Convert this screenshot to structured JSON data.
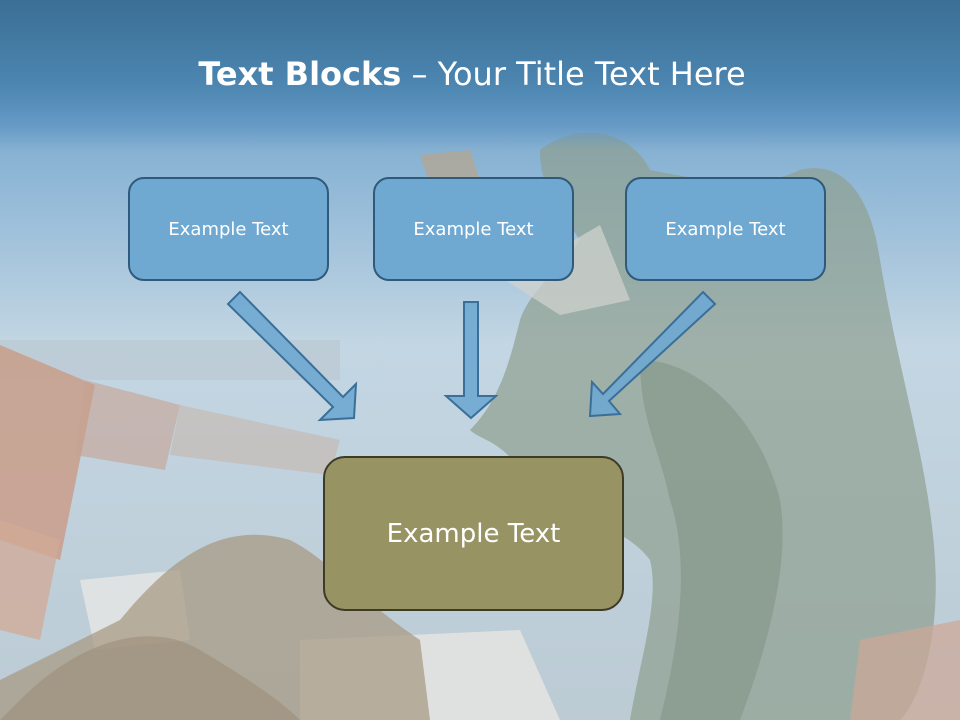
{
  "slide": {
    "title_bold": "Text Blocks",
    "title_dash": " – ",
    "title_rest": "Your Title Text Here"
  },
  "diagram": {
    "boxes": [
      {
        "label": "Example Text"
      },
      {
        "label": "Example Text"
      },
      {
        "label": "Example Text"
      }
    ],
    "main_box": {
      "label": "Example Text"
    }
  },
  "colors": {
    "header": "#4b85b0",
    "box_fill": "#6fa8d1",
    "box_border": "#2f5a7c",
    "main_fill": "#979363",
    "main_border": "#3d3a27",
    "arrow_fill": "#6fa8d1",
    "arrow_stroke": "#3a6f99"
  }
}
